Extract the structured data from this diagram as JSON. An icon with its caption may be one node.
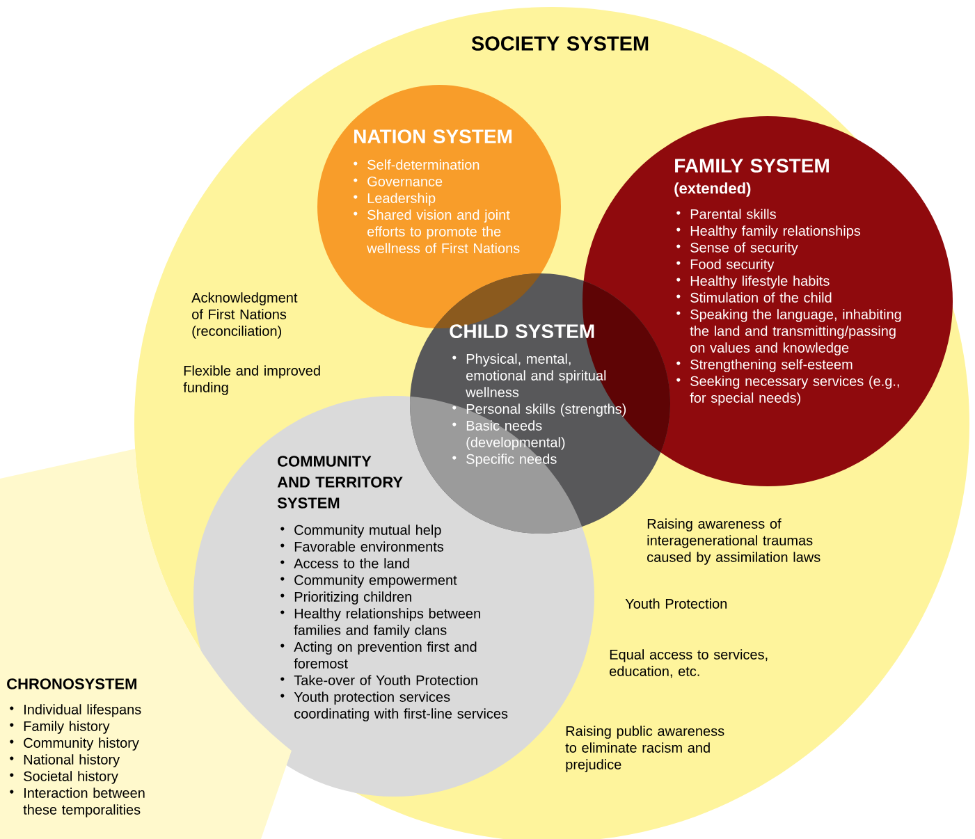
{
  "diagram": {
    "nodes": [
      {
        "text": [
          "SOCIETY SYSTEM",
          "Acknowledgment of First Nations (reconciliation)",
          "Flexible and improved funding",
          "Raising awareness of interagenerational traumas caused by assimilation laws",
          "Youth Protection",
          "Equal access to services, education, etc.",
          "Raising public awareness to eliminate racism and prejudice"
        ]
      },
      {
        "text": [
          "CHRONOSYSTEM",
          "Individual lifespans",
          "Family history",
          "Community history",
          "National history",
          "Societal history",
          "Interaction between these temporalities"
        ]
      },
      {
        "text": [
          "NATION SYSTEM",
          "Self-determination",
          "Governance",
          "Leadership",
          "Shared vision and joint efforts to promote the wellness of First Nations"
        ],
        "in": 0
      },
      {
        "text": [
          "FAMILY SYSTEM",
          "(extended)",
          "Parental skills",
          "Healthy family relationships",
          "Sense of security",
          "Food security",
          "Healthy lifestyle habits",
          "Stimulation of the child",
          "Speaking the language, inhabiting the land and transmitting/passing on values and knowledge",
          "Strengthening self-esteem",
          "Seeking necessary services (e.g., for special needs)"
        ],
        "in": 0
      },
      {
        "text": [
          "CHILD SYSTEM",
          "Physical, mental, emotional and spiritual wellness",
          "Personal skills (strengths)",
          "Basic needs (developmental)",
          "Specific needs"
        ],
        "in": 0
      },
      {
        "text": [
          "COMMUNITY AND TERRITORY SYSTEM",
          "Community mutual help",
          "Favorable environments",
          "Access to the land",
          "Community empowerment",
          "Prioritizing children",
          "Healthy relationships between families and family clans",
          "Acting on prevention first and foremost",
          "Take-over of Youth Protection",
          "Youth protection services coordinating with first-line services"
        ],
        "in": 0
      }
    ]
  }
}
